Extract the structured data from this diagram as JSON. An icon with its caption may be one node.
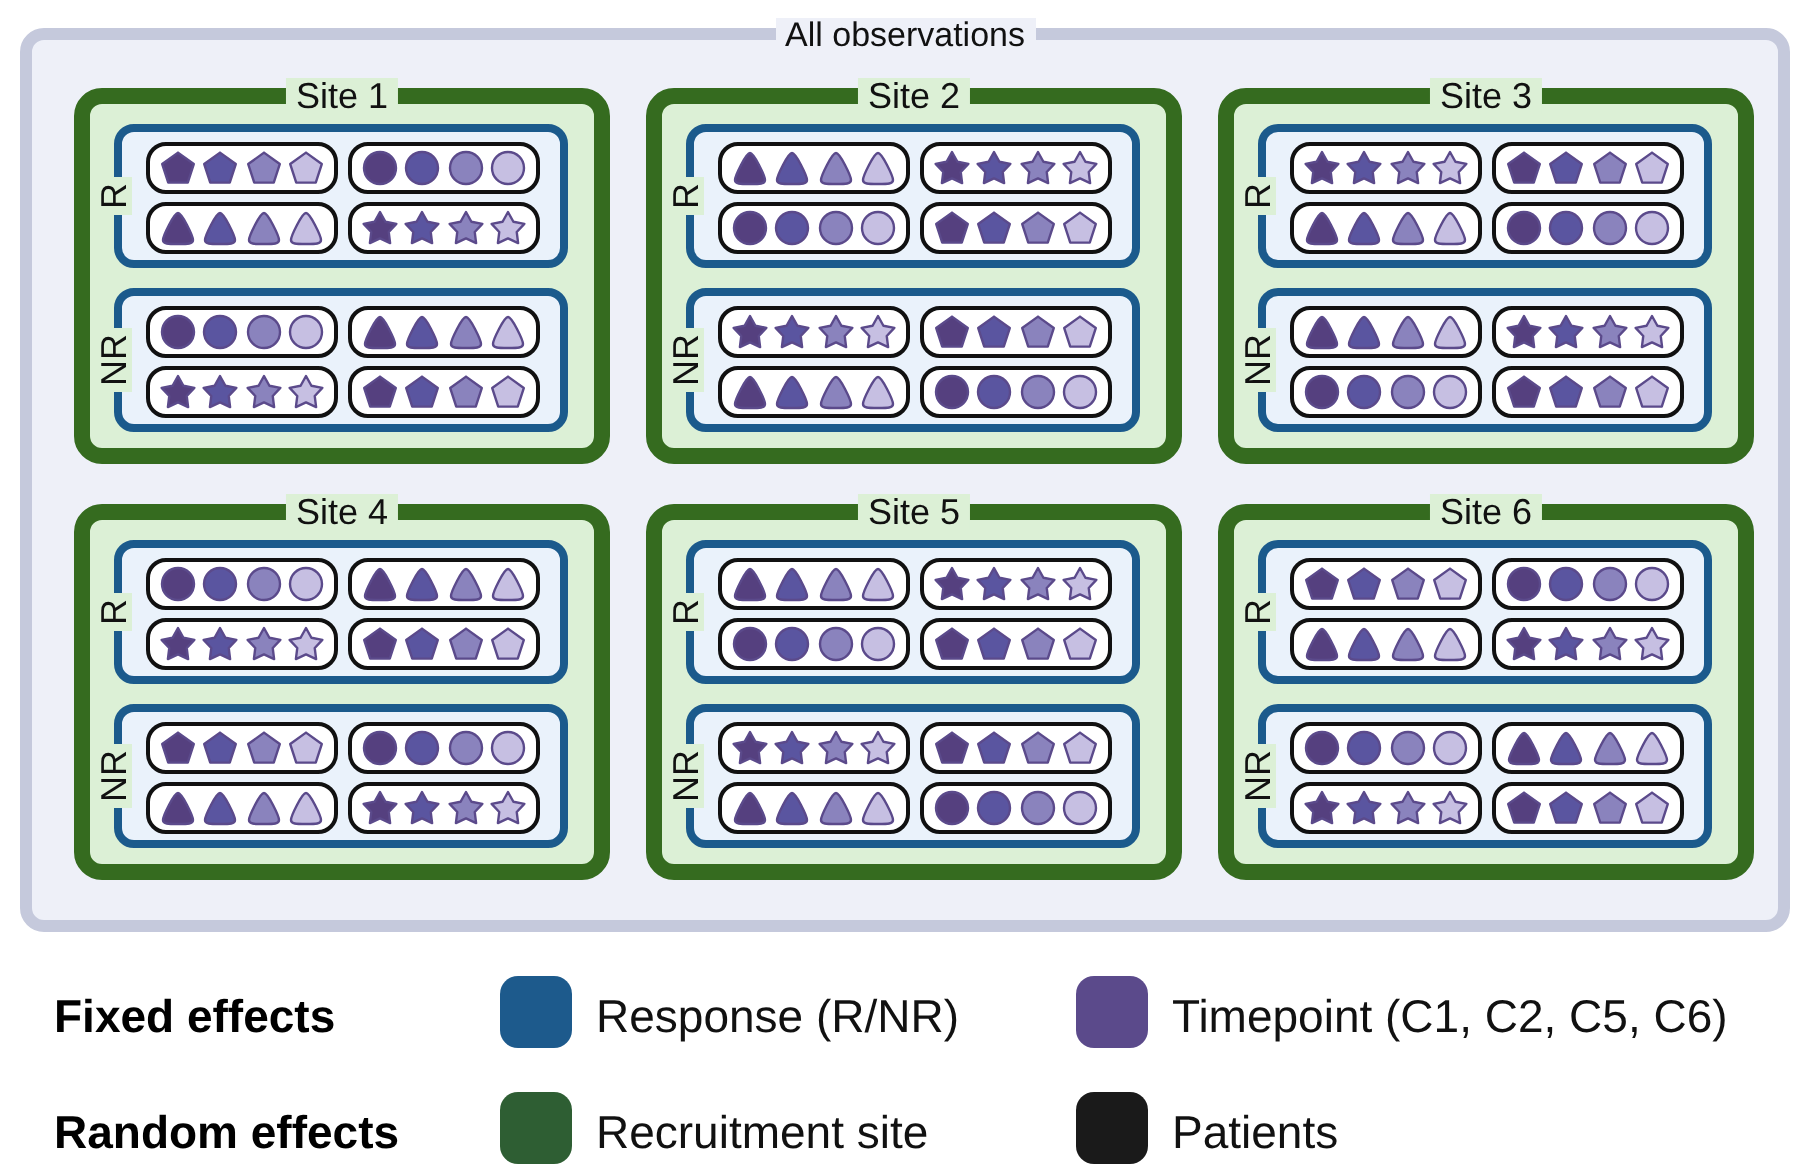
{
  "diagram": {
    "nodes": [
      {
        "text": [
          "All observations"
        ]
      },
      {
        "text": [
          "Site 1"
        ],
        "in": 0
      },
      {
        "text": [
          "R"
        ],
        "in": 1
      },
      {
        "text": [],
        "shape": "box",
        "in": 2
      },
      {
        "text": [],
        "shape": "box",
        "in": 2
      },
      {
        "text": [],
        "shape": "box",
        "in": 2
      },
      {
        "text": [],
        "shape": "box",
        "in": 2
      },
      {
        "text": [
          "NR"
        ],
        "in": 1
      },
      {
        "text": [],
        "shape": "box",
        "in": 7
      },
      {
        "text": [],
        "shape": "box",
        "in": 7
      },
      {
        "text": [],
        "shape": "box",
        "in": 7
      },
      {
        "text": [],
        "shape": "box",
        "in": 7
      },
      {
        "text": [
          "Site 2"
        ],
        "in": 0
      },
      {
        "text": [
          "R"
        ],
        "in": 12
      },
      {
        "text": [],
        "shape": "box",
        "in": 13
      },
      {
        "text": [],
        "shape": "box",
        "in": 13
      },
      {
        "text": [],
        "shape": "box",
        "in": 13
      },
      {
        "text": [],
        "shape": "box",
        "in": 13
      },
      {
        "text": [
          "NR"
        ],
        "in": 12
      },
      {
        "text": [],
        "shape": "box",
        "in": 18
      },
      {
        "text": [],
        "shape": "box",
        "in": 18
      },
      {
        "text": [],
        "shape": "box",
        "in": 18
      },
      {
        "text": [],
        "shape": "box",
        "in": 18
      },
      {
        "text": [
          "Site 3"
        ],
        "in": 0
      },
      {
        "text": [
          "R"
        ],
        "in": 23
      },
      {
        "text": [],
        "shape": "box",
        "in": 24
      },
      {
        "text": [],
        "shape": "box",
        "in": 24
      },
      {
        "text": [],
        "shape": "box",
        "in": 24
      },
      {
        "text": [],
        "shape": "box",
        "in": 24
      },
      {
        "text": [
          "NR"
        ],
        "in": 23
      },
      {
        "text": [],
        "shape": "box",
        "in": 29
      },
      {
        "text": [],
        "shape": "box",
        "in": 29
      },
      {
        "text": [],
        "shape": "box",
        "in": 29
      },
      {
        "text": [],
        "shape": "box",
        "in": 29
      },
      {
        "text": [
          "Site 4"
        ],
        "in": 0
      },
      {
        "text": [
          "R"
        ],
        "in": 34
      },
      {
        "text": [],
        "shape": "box",
        "in": 35
      },
      {
        "text": [],
        "shape": "box",
        "in": 35
      },
      {
        "text": [],
        "shape": "box",
        "in": 35
      },
      {
        "text": [],
        "shape": "box",
        "in": 35
      },
      {
        "text": [
          "NR"
        ],
        "in": 34
      },
      {
        "text": [],
        "shape": "box",
        "in": 40
      },
      {
        "text": [],
        "shape": "box",
        "in": 40
      },
      {
        "text": [],
        "shape": "box",
        "in": 40
      },
      {
        "text": [],
        "shape": "box",
        "in": 40
      },
      {
        "text": [
          "Site 5"
        ],
        "in": 0
      },
      {
        "text": [
          "R"
        ],
        "in": 45
      },
      {
        "text": [],
        "shape": "box",
        "in": 46
      },
      {
        "text": [],
        "shape": "box",
        "in": 46
      },
      {
        "text": [],
        "shape": "box",
        "in": 46
      },
      {
        "text": [],
        "shape": "box",
        "in": 46
      },
      {
        "text": [
          "NR"
        ],
        "in": 45
      },
      {
        "text": [],
        "shape": "box",
        "in": 51
      },
      {
        "text": [],
        "shape": "box",
        "in": 51
      },
      {
        "text": [],
        "shape": "box",
        "in": 51
      },
      {
        "text": [],
        "shape": "box",
        "in": 51
      },
      {
        "text": [
          "Site 6"
        ],
        "in": 0
      },
      {
        "text": [
          "R"
        ],
        "in": 56
      },
      {
        "text": [],
        "shape": "box",
        "in": 57
      },
      {
        "text": [],
        "shape": "box",
        "in": 57
      },
      {
        "text": [],
        "shape": "box",
        "in": 57
      },
      {
        "text": [],
        "shape": "box",
        "in": 57
      },
      {
        "text": [
          "NR"
        ],
        "in": 56
      },
      {
        "text": [],
        "shape": "box",
        "in": 62
      },
      {
        "text": [],
        "shape": "box",
        "in": 62
      },
      {
        "text": [],
        "shape": "box",
        "in": 62
      },
      {
        "text": [],
        "shape": "box",
        "in": 62
      }
    ],
    "labels": [
      "Fixed effects",
      "Random effects"
    ],
    "legend": [
      {
        "text": "Response (R/NR)",
        "color": "#1d5a8c"
      },
      {
        "text": "Timepoint (C1, C2, C5, C6)",
        "color": "#5b4a8b"
      },
      {
        "text": "Recruitment site",
        "color": "#2e5e33"
      },
      {
        "text": "Patients",
        "color": "#1a1a1a"
      }
    ]
  }
}
